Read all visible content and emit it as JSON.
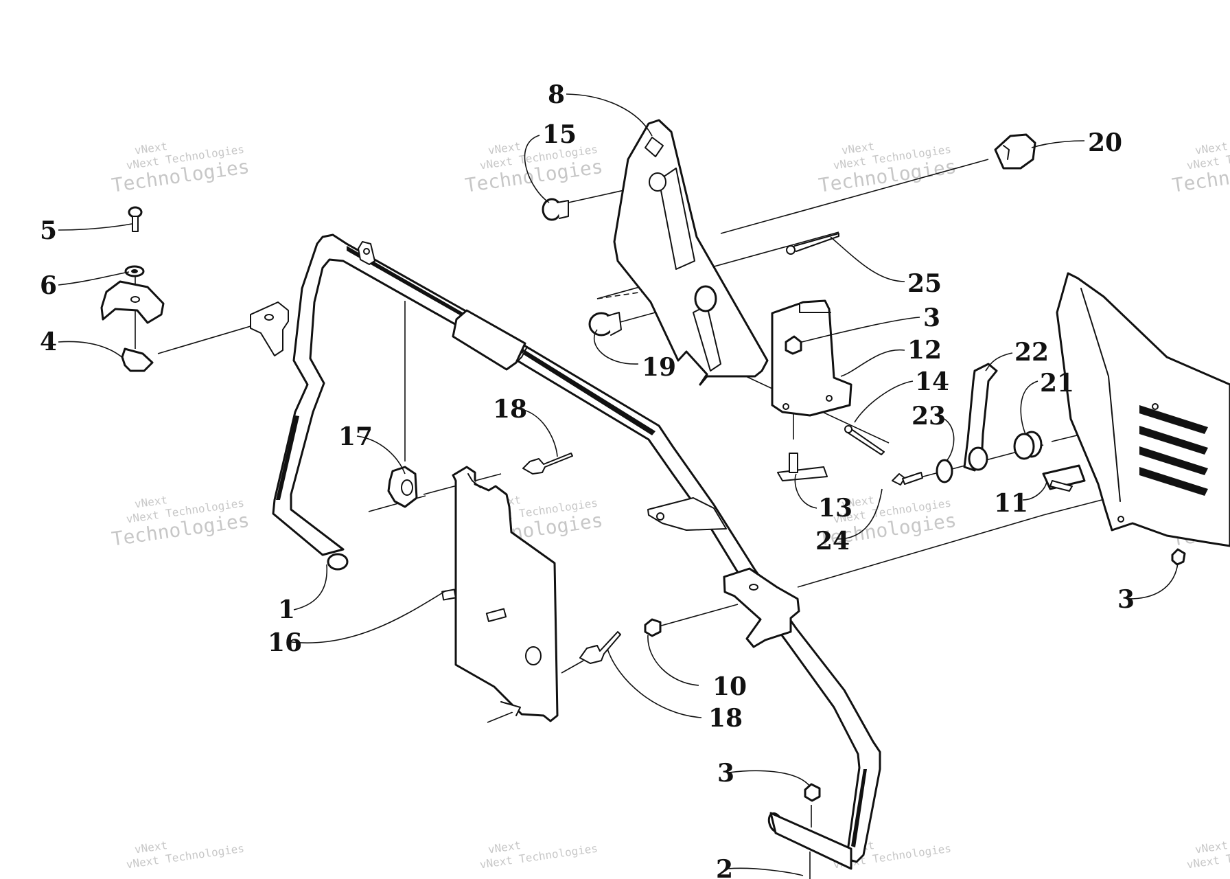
{
  "diagram": {
    "colors": {
      "ink": "#111111",
      "paper": "#ffffff",
      "watermark": "#9a9a9a"
    },
    "callouts": [
      "8",
      "15",
      "20",
      "5",
      "6",
      "4",
      "25",
      "3",
      "12",
      "14",
      "19",
      "22",
      "21",
      "23",
      "18",
      "17",
      "13",
      "24",
      "11",
      "1",
      "16",
      "10",
      "18",
      "3",
      "3",
      "2"
    ],
    "watermark": {
      "line1": "vNext",
      "line2": "vNext Technologies",
      "line3": "Technologies"
    }
  }
}
